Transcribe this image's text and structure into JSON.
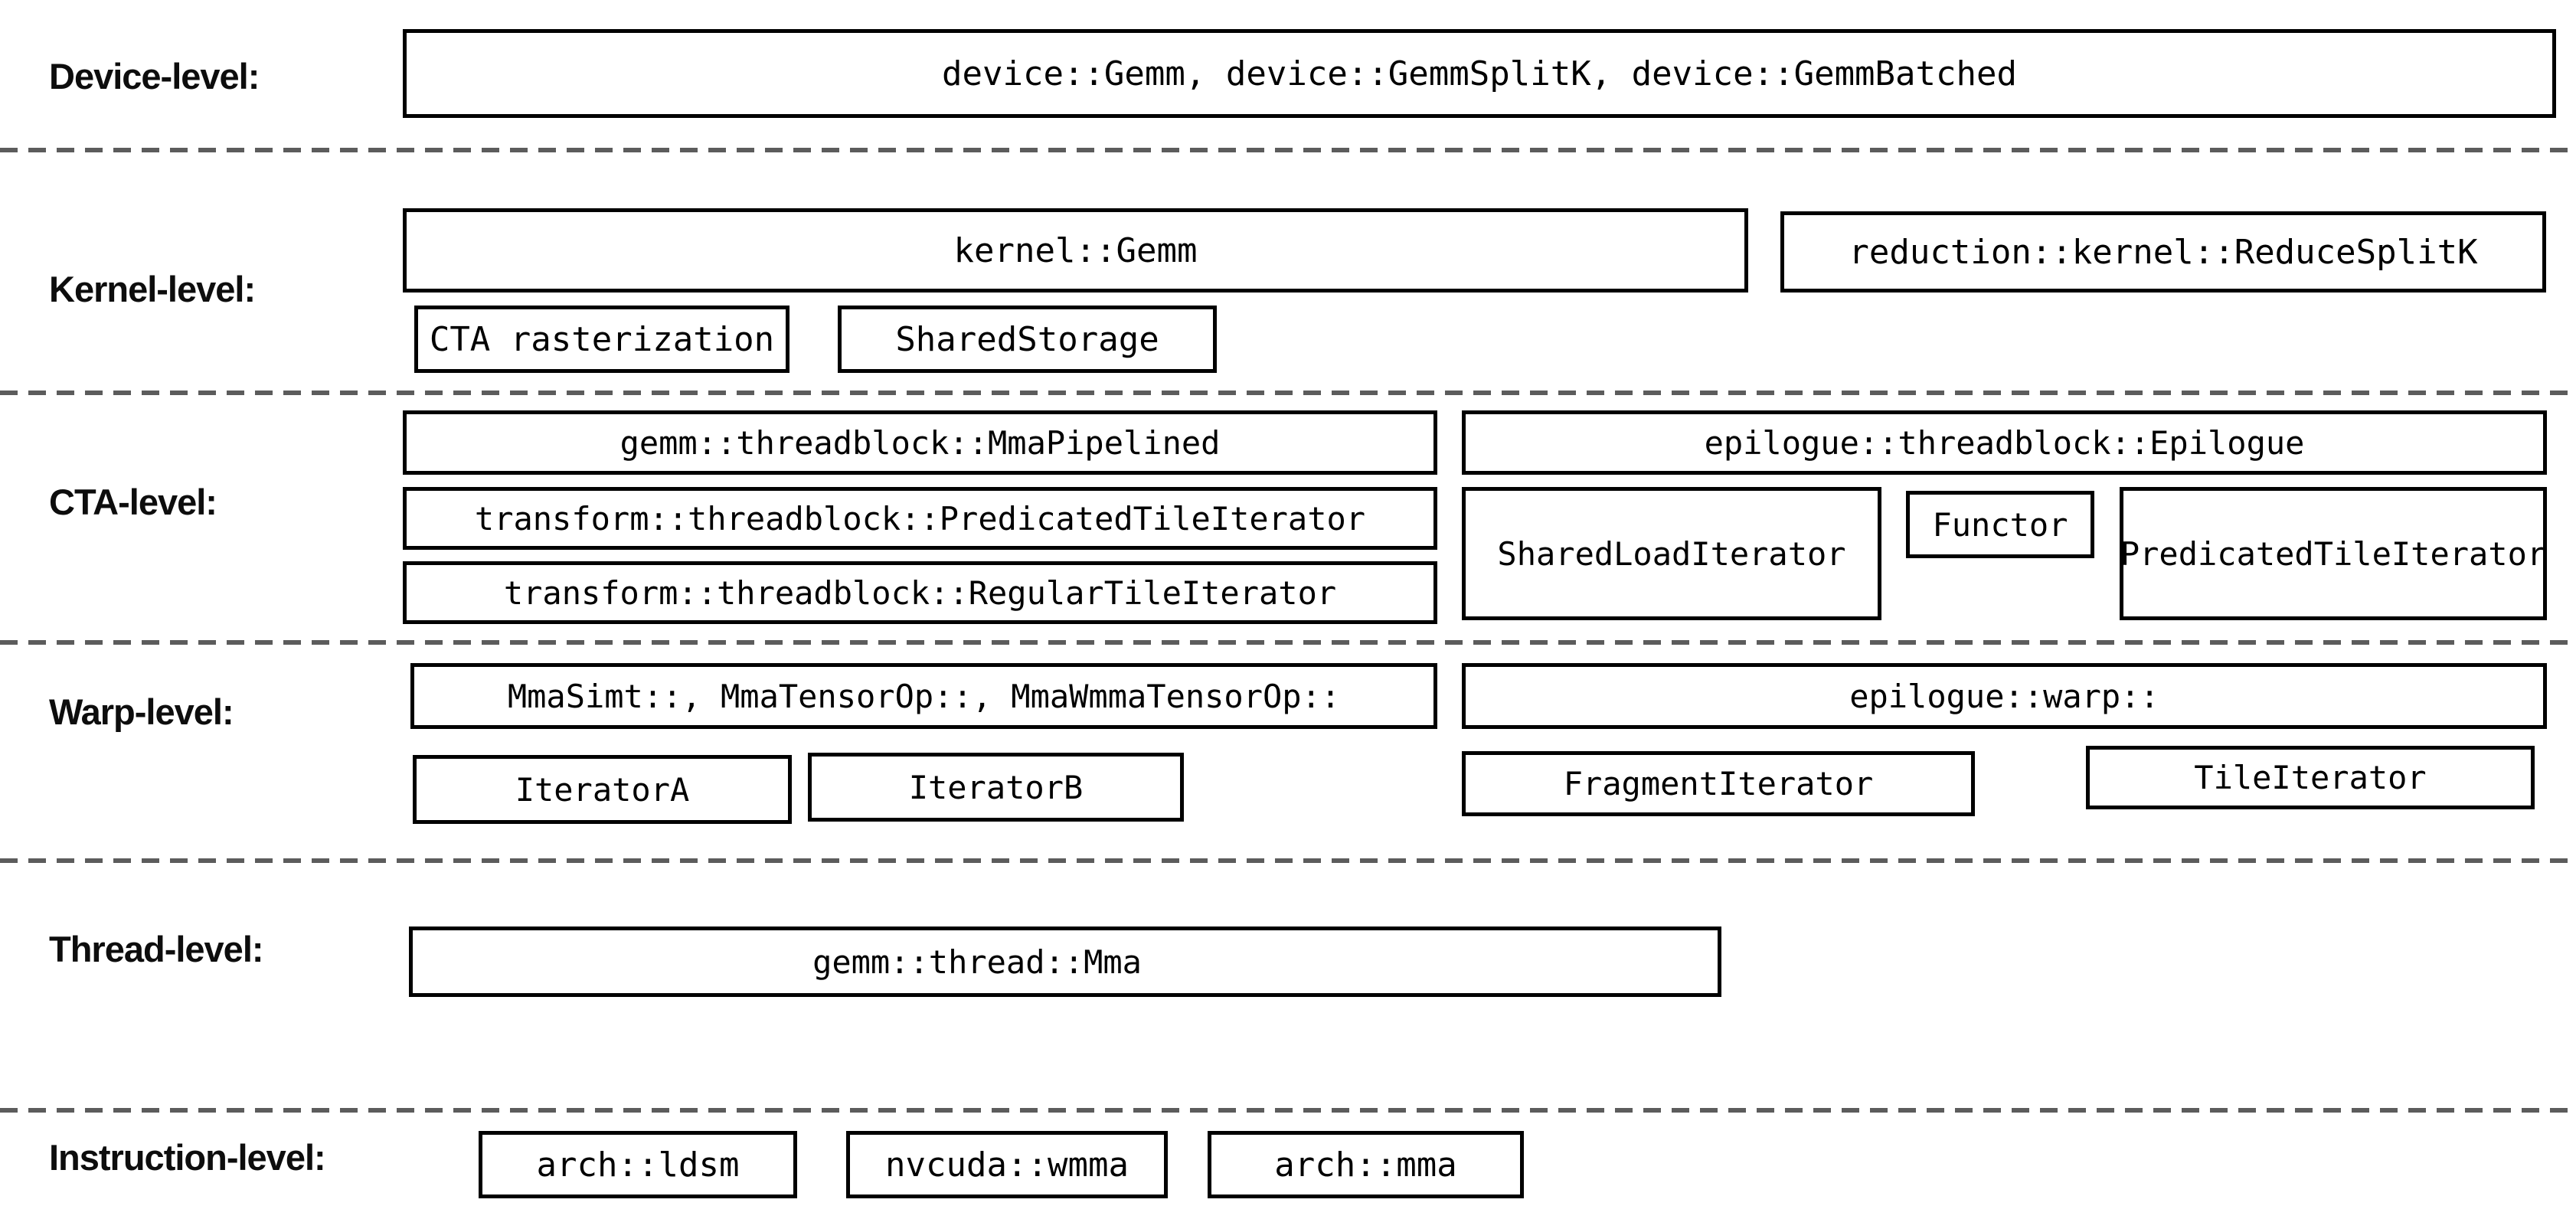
{
  "diagram_title": "GEMM hierarchy levels",
  "colors": {
    "background": "#ffffff",
    "box_border": "#000000",
    "text": "#000000",
    "label_text": "#0d0d0d",
    "separator": "#5c5c5c"
  },
  "rows": [
    {
      "label": "Device-level:",
      "boxes": [
        {
          "text": "device::Gemm, device::GemmSplitK, device::GemmBatched"
        }
      ]
    },
    {
      "label": "Kernel-level:",
      "boxes": [
        {
          "text": "kernel::Gemm"
        },
        {
          "text": "reduction::kernel::ReduceSplitK"
        },
        {
          "text": "CTA rasterization"
        },
        {
          "text": "SharedStorage"
        }
      ]
    },
    {
      "label": "CTA-level:",
      "boxes": [
        {
          "text": "gemm::threadblock::MmaPipelined"
        },
        {
          "text": "transform::threadblock::PredicatedTileIterator"
        },
        {
          "text": "transform::threadblock::RegularTileIterator"
        },
        {
          "text": "epilogue::threadblock::Epilogue"
        },
        {
          "text": "SharedLoadIterator"
        },
        {
          "text": "Functor"
        },
        {
          "text": "PredicatedTileIterator"
        }
      ]
    },
    {
      "label": "Warp-level:",
      "boxes": [
        {
          "text": "MmaSimt::, MmaTensorOp::, MmaWmmaTensorOp::"
        },
        {
          "text": "epilogue::warp::"
        },
        {
          "text": "IteratorA"
        },
        {
          "text": "IteratorB"
        },
        {
          "text": "FragmentIterator"
        },
        {
          "text": "TileIterator"
        }
      ]
    },
    {
      "label": "Thread-level:",
      "boxes": [
        {
          "text": "gemm::thread::Mma"
        }
      ]
    },
    {
      "label": "Instruction-level:",
      "boxes": [
        {
          "text": "arch::ldsm"
        },
        {
          "text": "nvcuda::wmma"
        },
        {
          "text": "arch::mma"
        }
      ]
    }
  ]
}
